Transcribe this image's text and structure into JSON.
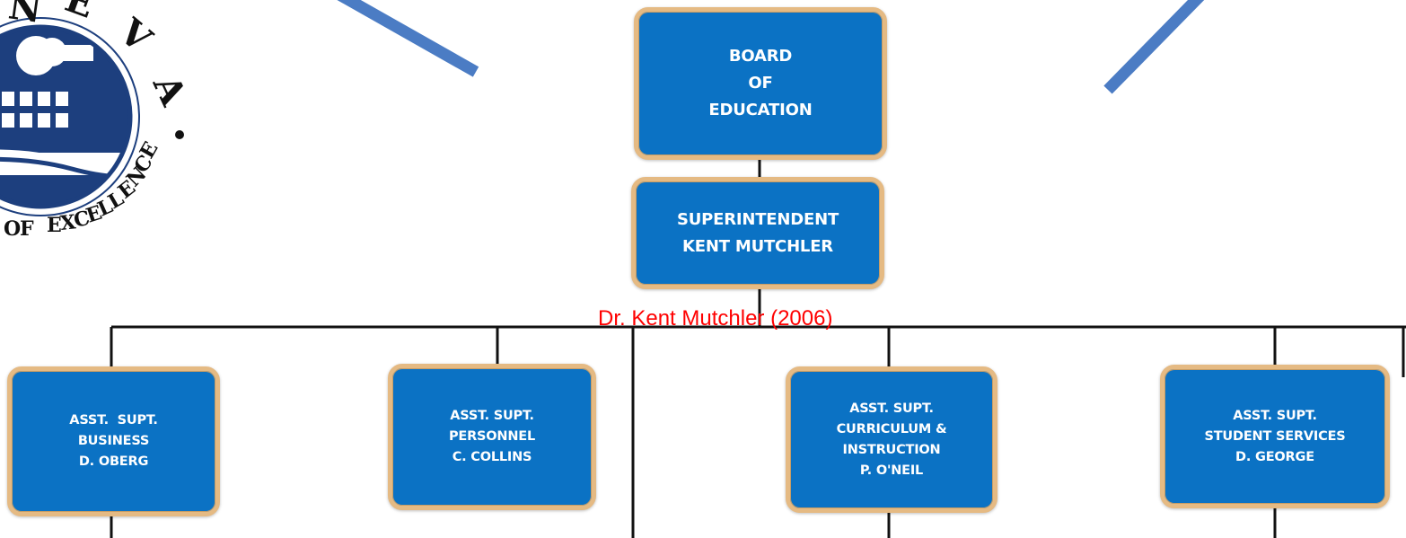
{
  "seal": {
    "visible_text": "N E V A . OF EXCELLENCE"
  },
  "org_chart": {
    "board": {
      "lines": [
        "BOARD",
        "OF",
        "EDUCATION"
      ]
    },
    "superintendent": {
      "lines": [
        "SUPERINTENDENT",
        "KENT MUTCHLER"
      ]
    },
    "assistants": [
      {
        "lines": [
          "ASST.  SUPT.",
          "BUSINESS",
          "D. OBERG"
        ]
      },
      {
        "lines": [
          "ASST. SUPT.",
          "PERSONNEL",
          "C. COLLINS"
        ]
      },
      {
        "lines": [
          "ASST. SUPT.",
          "CURRICULUM &",
          "INSTRUCTION",
          "P. O'NEIL"
        ]
      },
      {
        "lines": [
          "ASST. SUPT.",
          "STUDENT SERVICES",
          "D. GEORGE"
        ]
      }
    ]
  },
  "caption": "Dr. Kent Mutchler (2006)",
  "colors": {
    "box_fill": "#0b72c4",
    "box_border": "#e5ba83",
    "connector": "#111111",
    "accent_line": "#4b7cc4",
    "caption": "#ff0000",
    "seal_navy": "#1d3f7e"
  }
}
